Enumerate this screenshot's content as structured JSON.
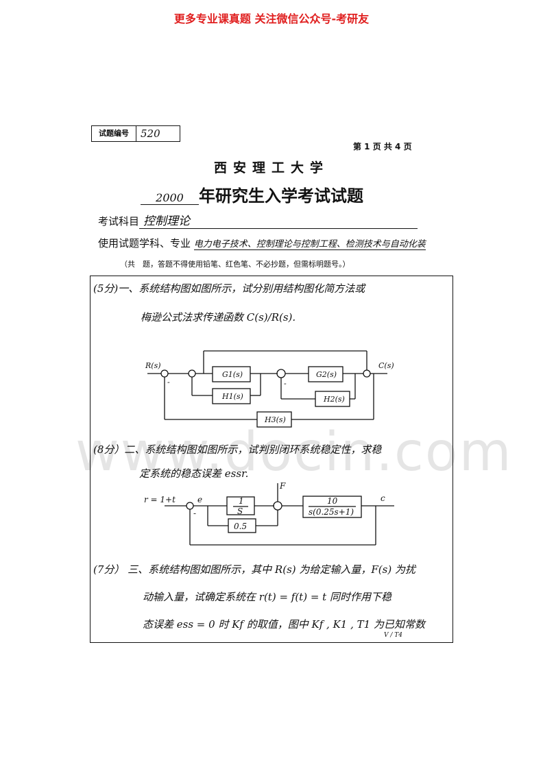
{
  "banner": "更多专业课真题 关注微信公众号-考研友",
  "banner_color": "#e02020",
  "code_label": "试题编号",
  "code_value": "520",
  "page_info": "第 1 页 共 4 页",
  "university": "西安理工大学",
  "year": "2000",
  "exam_title": "年研究生入学考试试题",
  "subject_label": "考试科目",
  "subject_value": "控制理论",
  "major_label": "使用试题学科、专业",
  "major_value": "电力电子技术、控制理论与控制工程、检测技术与自动化装",
  "note": "（共　题，答题不得使用铅笔、红色笔、不必抄题，但需标明题号。）",
  "watermark": "www.docin.com",
  "q1": {
    "line1": "(5分)一、系统结构图如图所示，试分别用结构图化简方法或",
    "line2": "梅逊公式法求传递函数 C(s)/R(s).",
    "diagram": {
      "input": "R(s)",
      "output": "C(s)",
      "g1": "G1(s)",
      "g2": "G2(s)",
      "h1": "H1(s)",
      "h2": "H2(s)",
      "h3": "H3(s)",
      "minus": "-"
    }
  },
  "q2": {
    "line1": "(8分）二、系统结构图如图所示，试判别闭环系统稳定性，求稳",
    "line2": "定系统的稳态误差 essr.",
    "diagram": {
      "input": "r = 1+t",
      "error": "e",
      "disturbance": "F",
      "output": "c",
      "int_num": "1",
      "int_den": "S",
      "gain": "0.5",
      "plant_num": "10",
      "plant_den": "s(0.25s+1)",
      "minus": "-"
    }
  },
  "q3": {
    "line1": "(7分） 三、系统结构图如图所示，其中 R(s) 为给定输入量，F(s) 为扰",
    "line2": "动输入量，试确定系统在 r(t) = f(t) = t 同时作用下稳",
    "line3": "态误差 ess = 0 时 Kf 的取值，图中 Kf , K1 , T1 为已知常数",
    "subscript_note": "V / T4"
  }
}
